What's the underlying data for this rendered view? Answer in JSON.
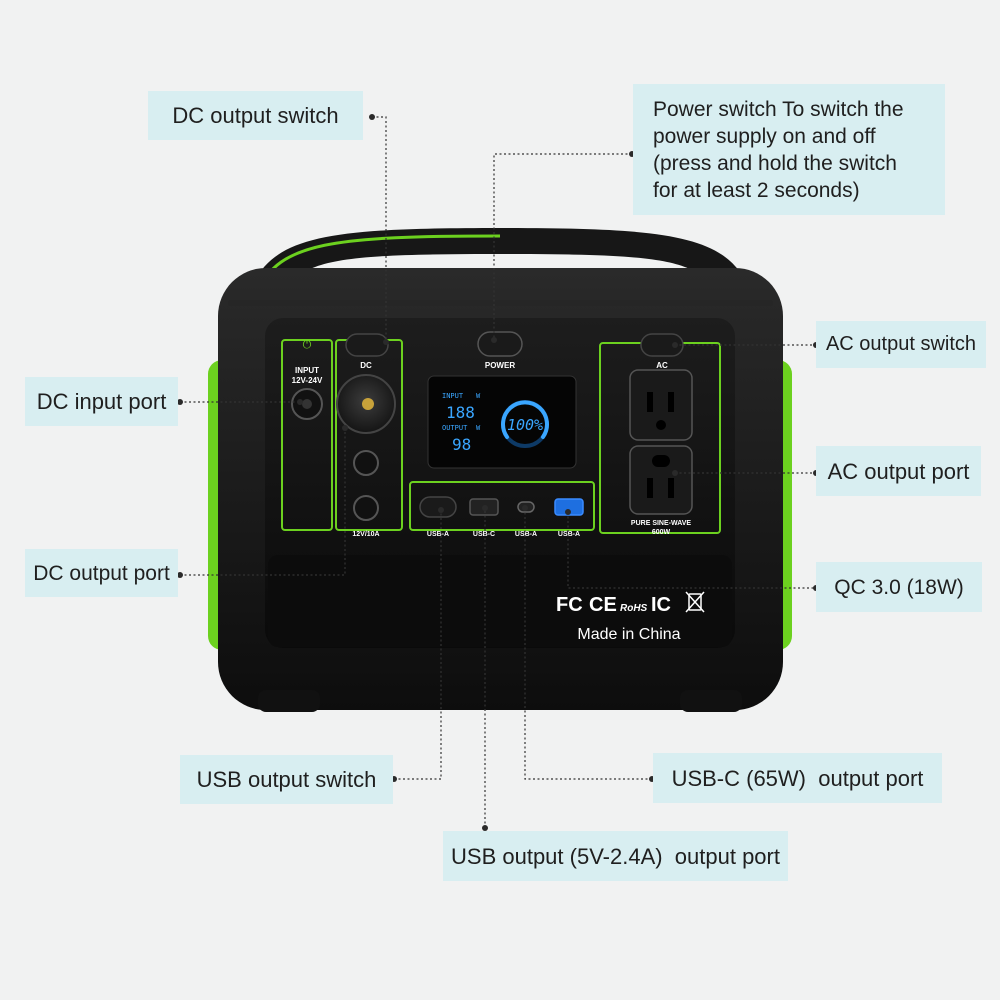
{
  "callouts": {
    "dc_output_switch": "DC output switch",
    "power_switch": "Power switch To switch the power supply on and off (press and hold the switch for at least 2 seconds)",
    "ac_output_switch": "AC output switch",
    "dc_input_port": "DC input port",
    "ac_output_port": "AC output port",
    "dc_output_port": "DC output port",
    "qc_port": "QC 3.0 (18W)",
    "usb_output_switch": "USB output switch",
    "usb_c_port": "USB-C (65W)  output port",
    "usb_a_port": "USB output (5V-2.4A)  output port"
  },
  "device": {
    "power_label": "POWER",
    "input_label": "INPUT",
    "input_voltage": "12V-24V",
    "dc_label": "DC",
    "dc_rating": "12V/10A",
    "ac_label": "AC",
    "inverter_label": "PURE SINE-WAVE",
    "inverter_power": "600W",
    "usb_labels": [
      "USB-A",
      "USB-C",
      "USB-A",
      "USB-A"
    ],
    "certifications": [
      "FC",
      "CE",
      "RoHS",
      "IC"
    ],
    "made_in": "Made in China"
  },
  "display": {
    "input_label": "INPUT",
    "input_unit": "W",
    "input_value": "188",
    "output_label": "OUTPUT",
    "output_unit": "W",
    "output_value": "98",
    "battery_percent": "100%"
  },
  "colors": {
    "background": "#f1f2f2",
    "callout_bg": "#d8eef1",
    "accent_green": "#6cd11f",
    "body": "#151515",
    "lcd_blue": "#3aa6ff"
  }
}
